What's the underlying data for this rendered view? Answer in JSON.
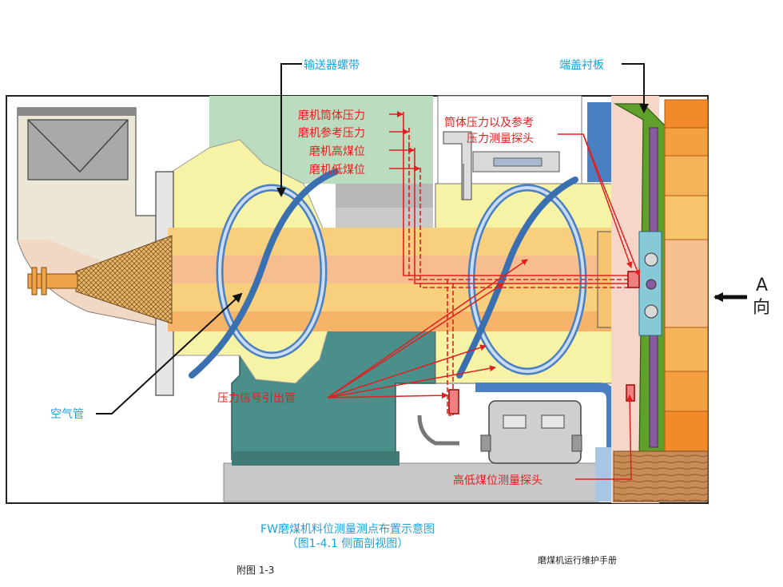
{
  "labels": {
    "screw_conveyor": "输送器螺带",
    "end_cover_liner": "端盖衬板",
    "mill_cylinder_pressure": "磨机筒体压力",
    "mill_reference_pressure": "磨机参考压力",
    "mill_high_coal_level": "磨机高煤位",
    "mill_low_coal_level": "磨机低煤位",
    "cylinder_pressure_ref_line1": "筒体压力以及参考",
    "cylinder_pressure_ref_line2": "压力测量探头",
    "air_pipe": "空气管",
    "pressure_signal_pipe": "压力信号引出管",
    "coal_level_probe": "高低煤位测量探头",
    "direction_a": "A",
    "direction_dir": "向"
  },
  "caption": {
    "title": "FW磨煤机料位测量测点布置示意图",
    "subtitle": "（图1-4.1  侧面剖视图）",
    "figure_no": "附图   1-3",
    "manual": "磨煤机运行维护手册"
  },
  "colors": {
    "red": "#e02020",
    "blue_label": "#1aa3d9",
    "teal": "#4a8f8a",
    "yellow": "#f7f3a6",
    "orange_shaft": "#f6c46f",
    "steel_blue": "#4a7fc1",
    "liner_green": "#5fa02a",
    "bolt_purple": "#8a5aa0"
  }
}
